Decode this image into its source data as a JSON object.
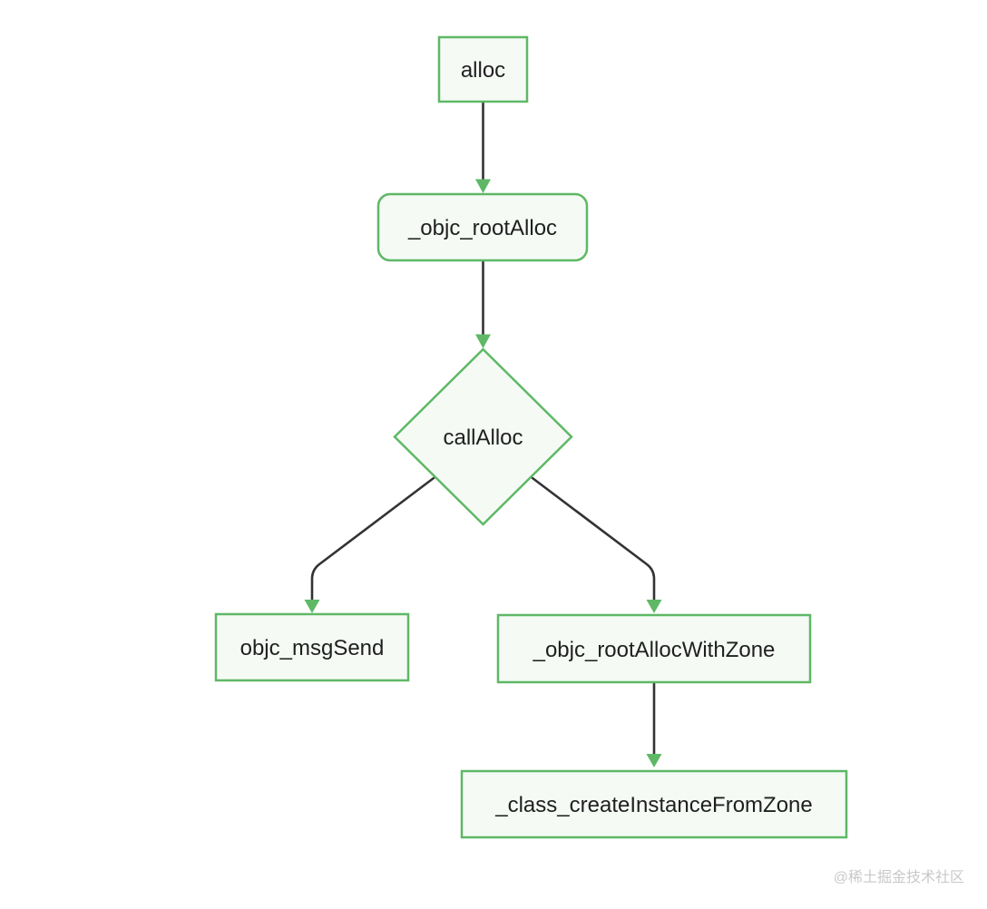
{
  "diagram": {
    "type": "flowchart",
    "direction": "top-down",
    "nodes": [
      {
        "id": "alloc",
        "label": "alloc",
        "shape": "rectangle"
      },
      {
        "id": "objc_rootAlloc",
        "label": "_objc_rootAlloc",
        "shape": "rounded-rectangle"
      },
      {
        "id": "callAlloc",
        "label": "callAlloc",
        "shape": "diamond"
      },
      {
        "id": "objc_msgSend",
        "label": "objc_msgSend",
        "shape": "rectangle"
      },
      {
        "id": "objc_rootAllocWithZone",
        "label": "_objc_rootAllocWithZone",
        "shape": "rectangle"
      },
      {
        "id": "class_createInstanceFromZone",
        "label": "_class_createInstanceFromZone",
        "shape": "rectangle"
      }
    ],
    "edges": [
      {
        "from": "alloc",
        "to": "objc_rootAlloc"
      },
      {
        "from": "objc_rootAlloc",
        "to": "callAlloc"
      },
      {
        "from": "callAlloc",
        "to": "objc_msgSend"
      },
      {
        "from": "callAlloc",
        "to": "objc_rootAllocWithZone"
      },
      {
        "from": "objc_rootAllocWithZone",
        "to": "class_createInstanceFromZone"
      }
    ],
    "colors": {
      "node_border": "#5eb866",
      "node_fill": "#f5faf5",
      "edge_line": "#333333",
      "arrowhead": "#5eb866",
      "text": "#1f1f1f",
      "background": "#ffffff",
      "watermark": "#c9c9c9"
    }
  },
  "watermark": {
    "text": "@稀土掘金技术社区"
  }
}
